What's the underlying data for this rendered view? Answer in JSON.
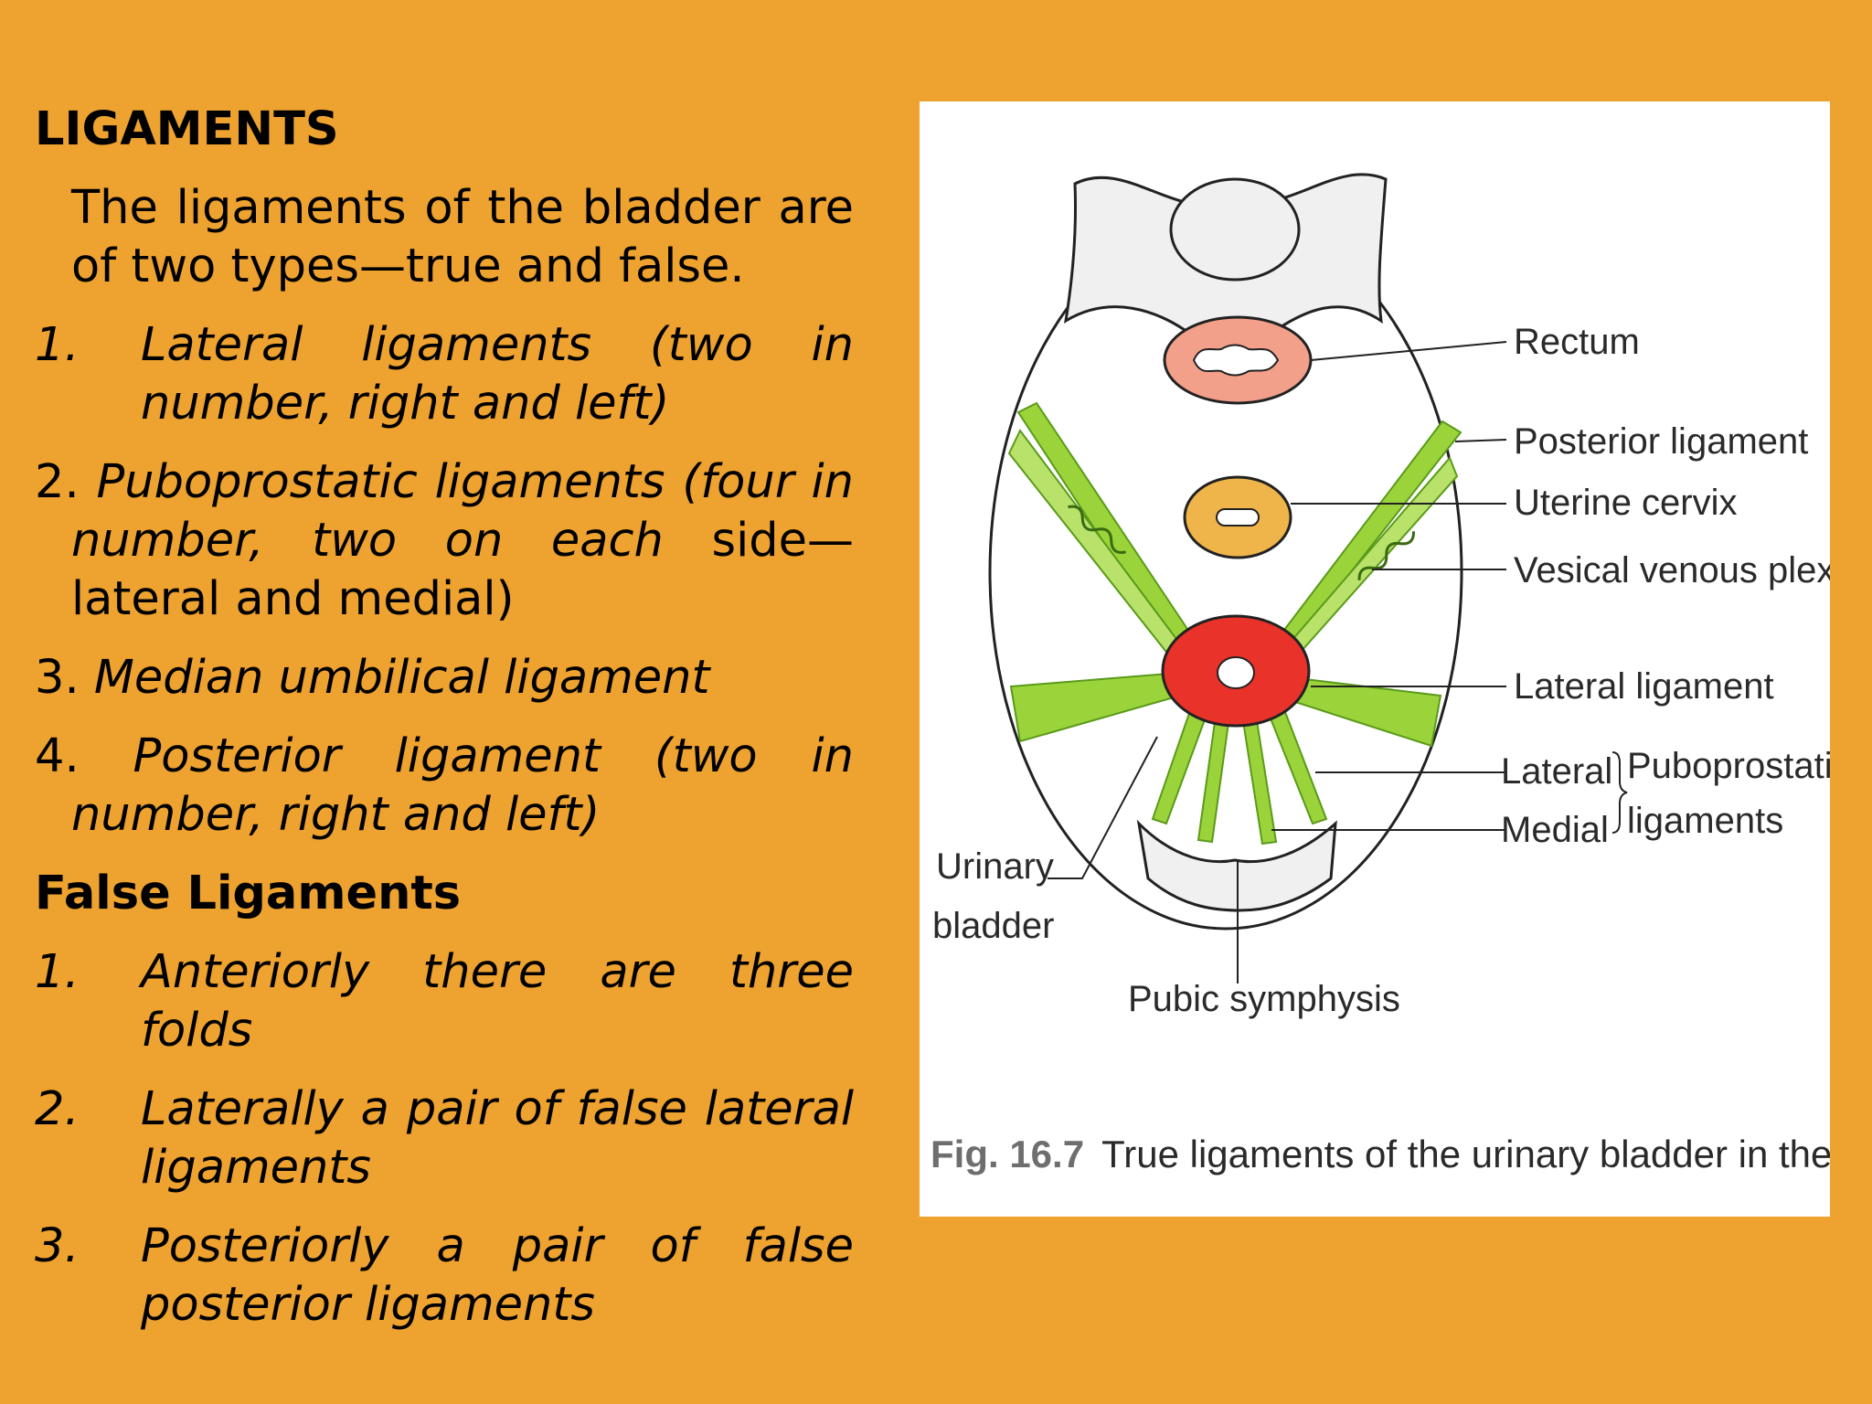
{
  "heading": "LIGAMENTS",
  "intro": "The ligaments of the bladder are of two types—true and false.",
  "true_ligaments": [
    {
      "num": "1.",
      "text": "Lateral ligaments (two in number, right and left)"
    },
    {
      "num": "2.",
      "text_italic": "Puboprostatic ligaments (four in number, two on each",
      "text_rest": " side—lateral and medial)"
    },
    {
      "num": "3.",
      "text": "Median umbilical ligament"
    },
    {
      "num": "4.",
      "text": "Posterior ligament (two in number, right and left)"
    }
  ],
  "false_heading": "False Ligaments",
  "false_ligaments": [
    {
      "num": "1.",
      "text": "Anteriorly there are three folds"
    },
    {
      "num": "2.",
      "text": "Laterally a pair of false lateral ligaments"
    },
    {
      "num": "3.",
      "text": "Posteriorly a pair of false posterior ligaments"
    }
  ],
  "figure": {
    "labels": {
      "rectum": "Rectum",
      "posterior_ligament": "Posterior ligament",
      "uterine_cervix": "Uterine cervix",
      "vesical_venous_plexus": "Vesical venous plexus",
      "lateral_ligament": "Lateral ligament",
      "lateral": "Lateral",
      "medial": "Medial",
      "puboprostatic": "Puboprostatic",
      "ligaments": "ligaments",
      "urinary": "Urinary",
      "bladder": "bladder",
      "pubic_symphysis": "Pubic symphysis"
    },
    "caption_number": "Fig. 16.7",
    "caption_text": "True ligaments of the urinary bladder in the female.",
    "colors": {
      "ligament_green": "#9BD43A",
      "rectum": "#F2A08A",
      "cervix": "#F0B54A",
      "bladder": "#E8322A",
      "bone": "#F0F0F0"
    }
  }
}
